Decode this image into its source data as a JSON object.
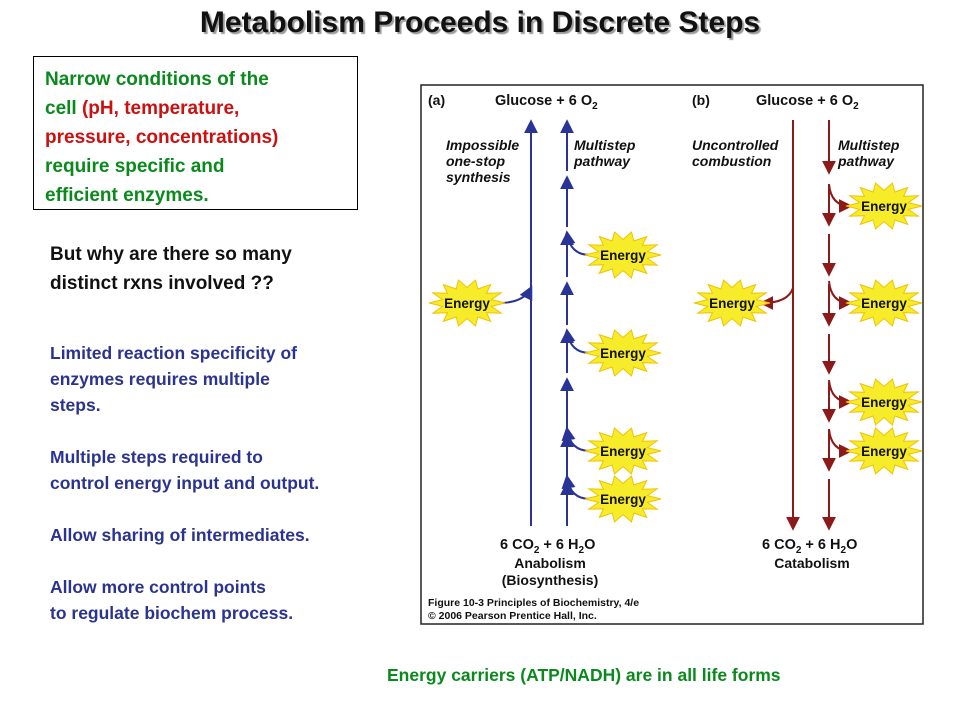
{
  "title": "Metabolism Proceeds in Discrete Steps",
  "box": {
    "l1": "Narrow conditions of the",
    "l2a": "cell ",
    "l2b": "(pH, temperature,",
    "l3": "pressure, concentrations)",
    "l4": "require specific and",
    "l5": "efficient enzymes."
  },
  "why": {
    "l1": "But why are there so many",
    "l2": "distinct rxns involved ??"
  },
  "reasons": [
    {
      "l1": "Limited reaction specificity of",
      "l2": "enzymes requires multiple",
      "l3": "steps."
    },
    {
      "l1": "Multiple steps required to",
      "l2": "control energy input and output."
    },
    {
      "l1": "Allow sharing of intermediates."
    },
    {
      "l1": "Allow more control points",
      "l2": "to regulate biochem process."
    }
  ],
  "carriers": "Energy carriers (ATP/NADH) are in all life forms",
  "figure": {
    "colors": {
      "anabolic": "#2a3396",
      "catabolic": "#8c1a1a",
      "starburst": "#f6ec2a",
      "starburst_edge": "#f2c200"
    },
    "panel_a": {
      "label": "(a)",
      "top": "Glucose + 6 O",
      "top_sub": "2",
      "left_label": [
        "Impossible",
        "one-stop",
        "synthesis"
      ],
      "right_label": [
        "Multistep",
        "pathway"
      ],
      "energy": "Energy",
      "bottom_parts": [
        "6 CO",
        "2",
        " + 6 H",
        "2",
        "O"
      ],
      "caption": [
        "Anabolism",
        "(Biosynthesis)"
      ]
    },
    "panel_b": {
      "label": "(b)",
      "top": "Glucose + 6 O",
      "top_sub": "2",
      "left_label": [
        "Uncontrolled",
        "combustion"
      ],
      "right_label": [
        "Multistep",
        "pathway"
      ],
      "energy": "Energy",
      "bottom_parts": [
        "6 CO",
        "2",
        " + 6 H",
        "2",
        "O"
      ],
      "caption": [
        "Catabolism"
      ]
    },
    "credit": [
      "Figure 10-3  Principles of Biochemistry, 4/e",
      "© 2006 Pearson Prentice Hall, Inc."
    ]
  }
}
